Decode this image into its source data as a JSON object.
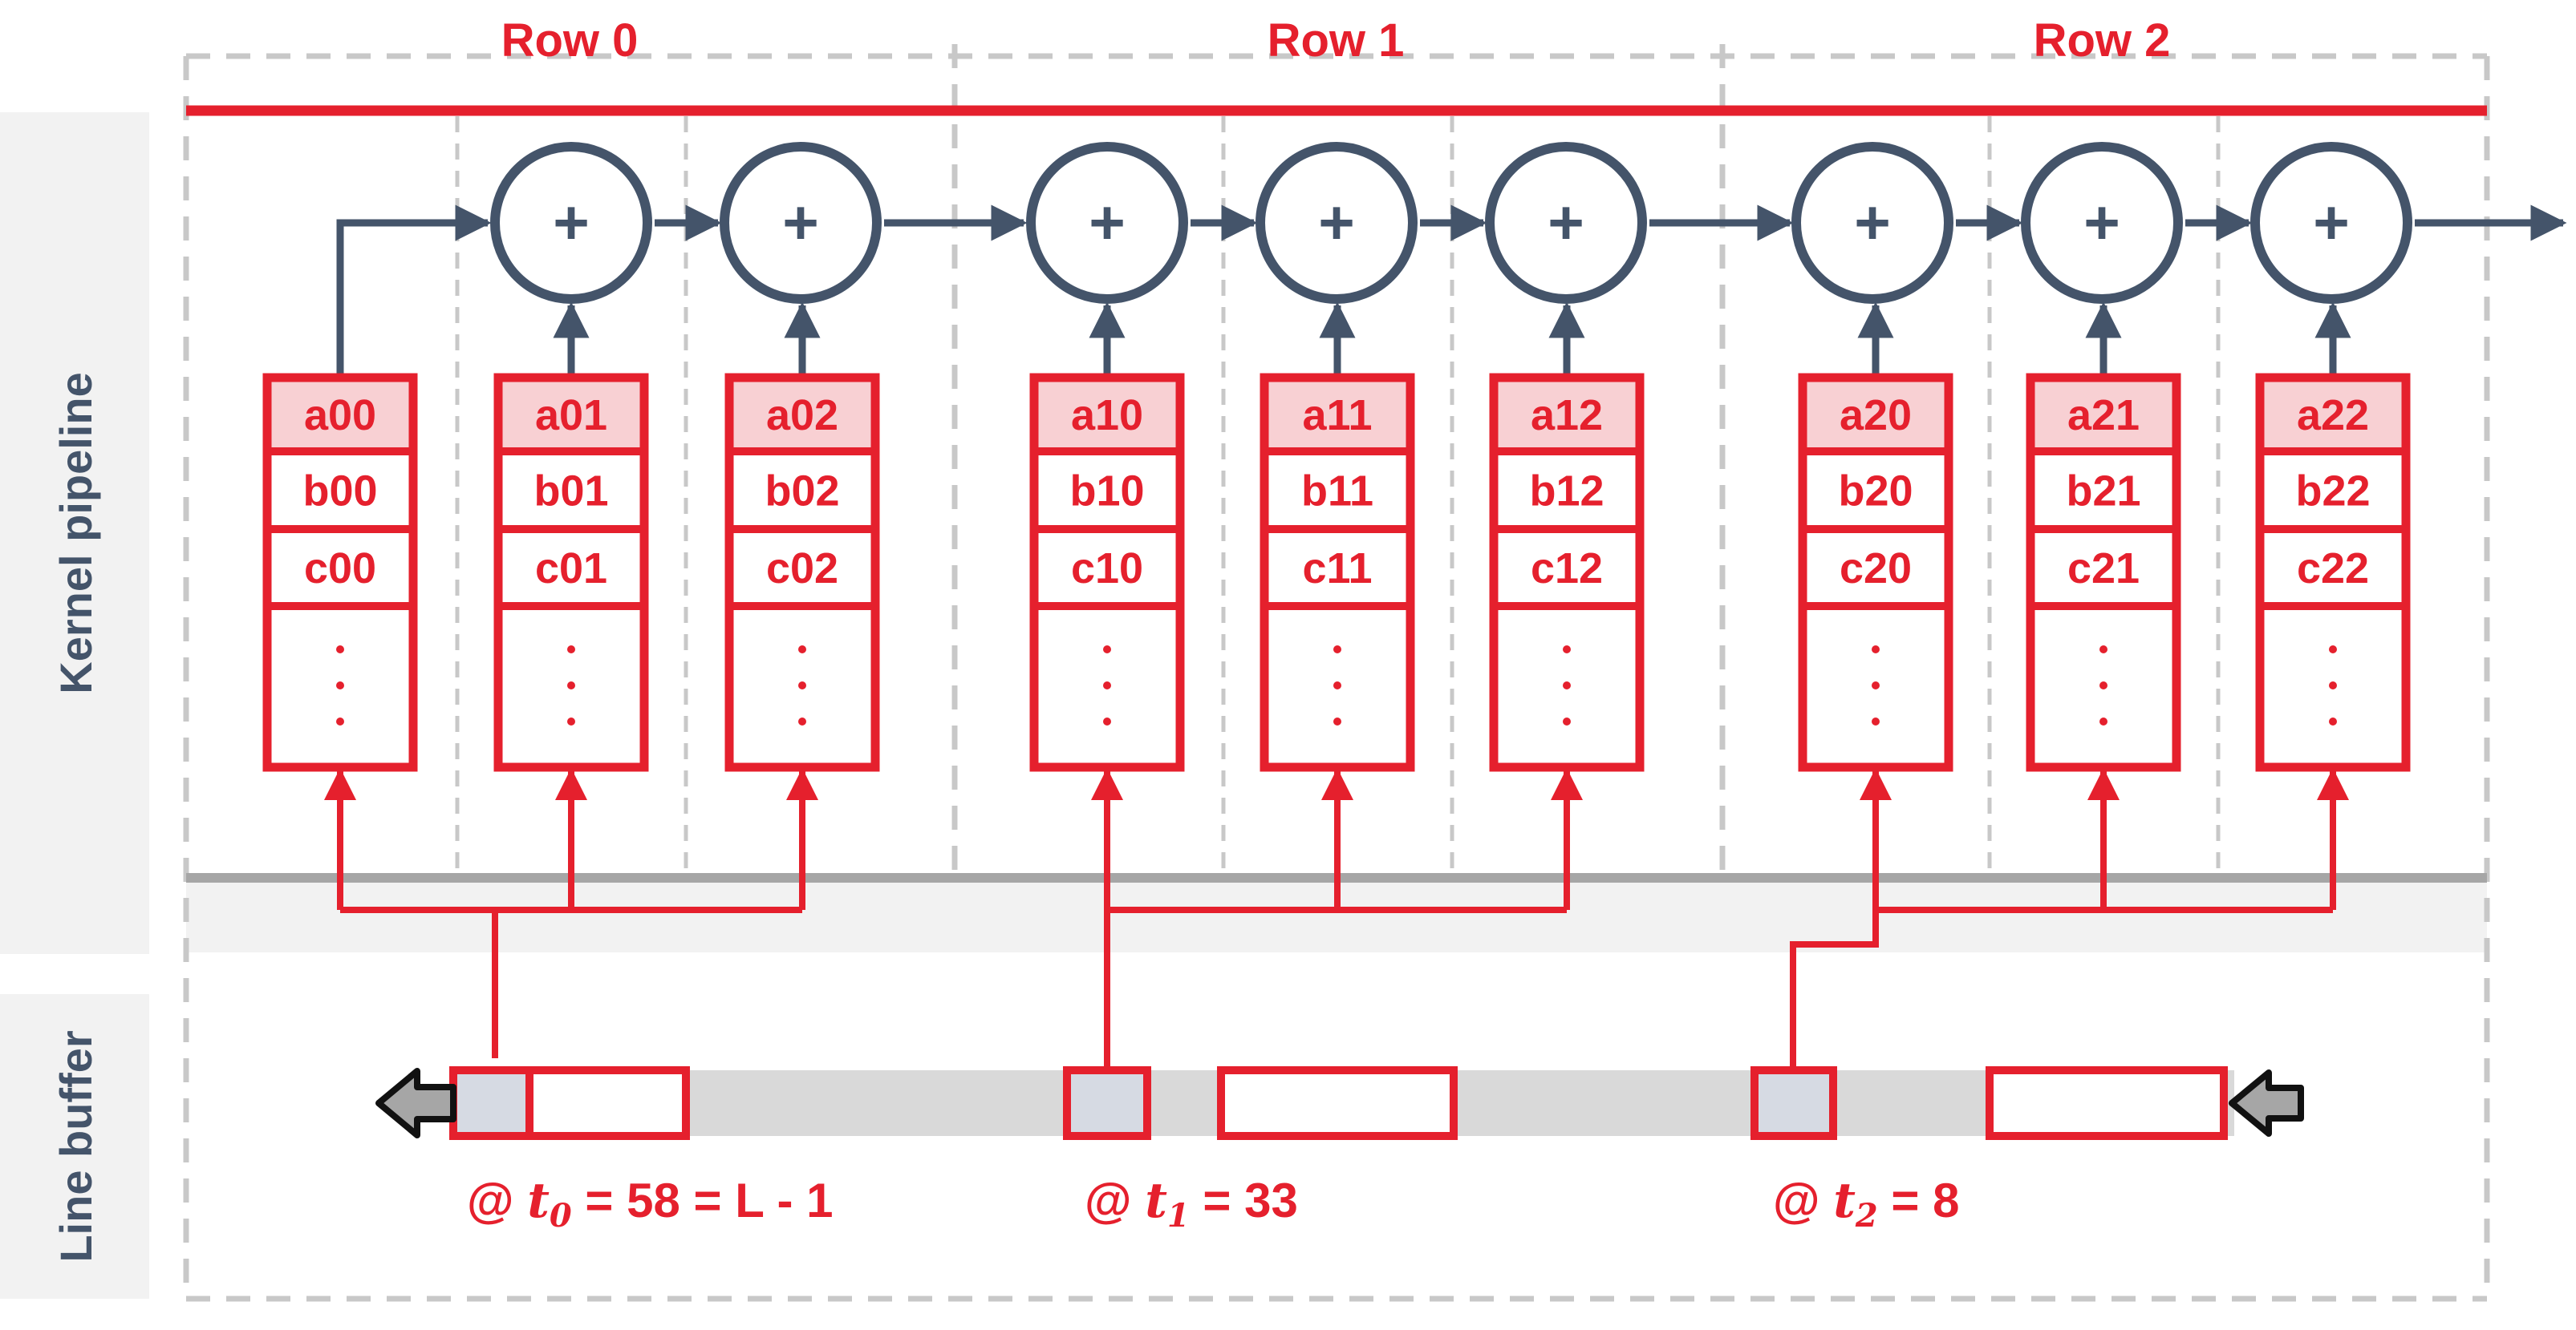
{
  "rows": [
    {
      "label": "Row 0",
      "kernels": [
        {
          "a": "a00",
          "b": "b00",
          "c": "c00"
        },
        {
          "a": "a01",
          "b": "b01",
          "c": "c01"
        },
        {
          "a": "a02",
          "b": "b02",
          "c": "c02"
        }
      ]
    },
    {
      "label": "Row 1",
      "kernels": [
        {
          "a": "a10",
          "b": "b10",
          "c": "c10"
        },
        {
          "a": "a11",
          "b": "b11",
          "c": "c11"
        },
        {
          "a": "a12",
          "b": "b12",
          "c": "c12"
        }
      ]
    },
    {
      "label": "Row 2",
      "kernels": [
        {
          "a": "a20",
          "b": "b20",
          "c": "c20"
        },
        {
          "a": "a21",
          "b": "b21",
          "c": "c21"
        },
        {
          "a": "a22",
          "b": "b22",
          "c": "c22"
        }
      ]
    }
  ],
  "adder_symbol": "+",
  "ellipsis": ":",
  "section_labels": {
    "kernel_pipeline": "Kernel pipeline",
    "line_buffer": "Line buffer"
  },
  "time_labels": [
    {
      "prefix": "@ ",
      "var": "t",
      "sub": "0",
      "rest": " = 58 = L - 1"
    },
    {
      "prefix": "@ ",
      "var": "t",
      "sub": "1",
      "rest": " = 33"
    },
    {
      "prefix": "@ ",
      "var": "t",
      "sub": "2",
      "rest": " = 8"
    }
  ],
  "colors": {
    "red": "#e5202d",
    "red_light": "#f8d0d3",
    "slate": "#44546a",
    "dash": "#c8c8c8",
    "panel": "#f2f2f2",
    "buffer_track": "#d9d9d9",
    "buffer_cell": "#d6dae3",
    "arrow_fill": "#a6a6a6"
  }
}
